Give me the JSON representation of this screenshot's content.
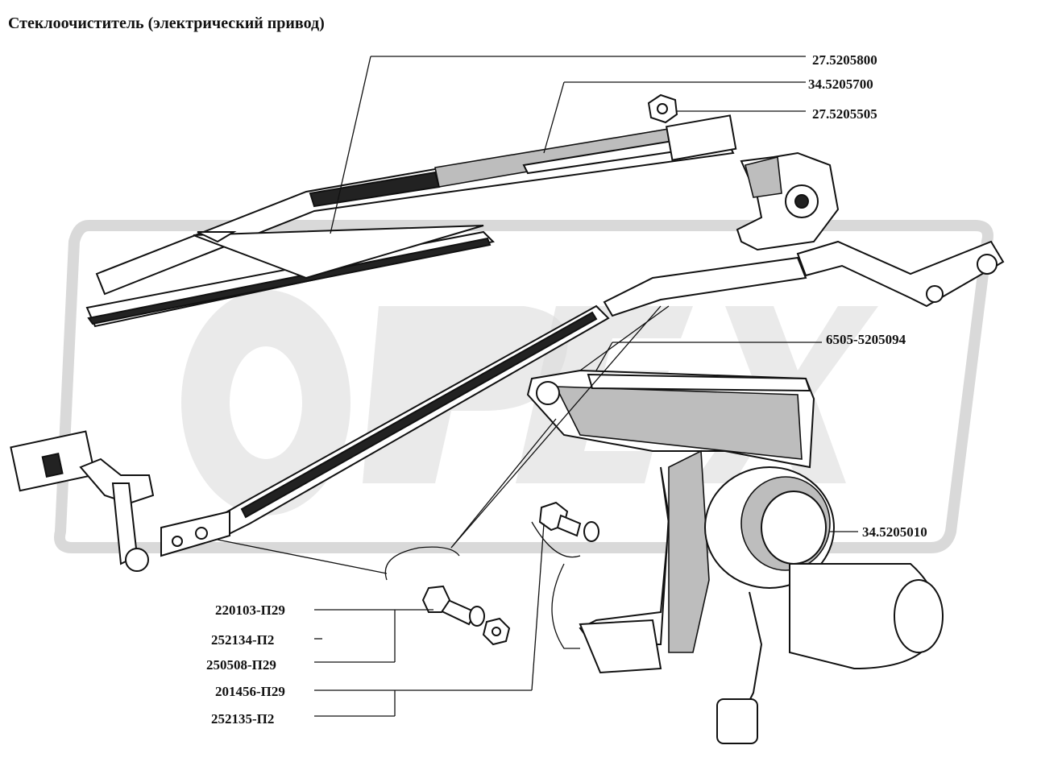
{
  "title": "Стеклоочиститель (электрический привод)",
  "watermark": {
    "text": "ОРЕХ",
    "color": "#d9d9d9"
  },
  "parts": [
    {
      "id": "wiper-blade",
      "number": "27.5205800"
    },
    {
      "id": "wiper-arm",
      "number": "34.5205700"
    },
    {
      "id": "arm-nut",
      "number": "27.5205505"
    },
    {
      "id": "linkage-rod",
      "number": "6505-5205094"
    },
    {
      "id": "wiper-motor",
      "number": "34.5205010"
    },
    {
      "id": "bolt-a",
      "number": "220103-П29"
    },
    {
      "id": "washer-a",
      "number": "252134-П2"
    },
    {
      "id": "nut-a",
      "number": "250508-П29"
    },
    {
      "id": "bolt-b",
      "number": "201456-П29"
    },
    {
      "id": "washer-b",
      "number": "252135-П2"
    }
  ]
}
